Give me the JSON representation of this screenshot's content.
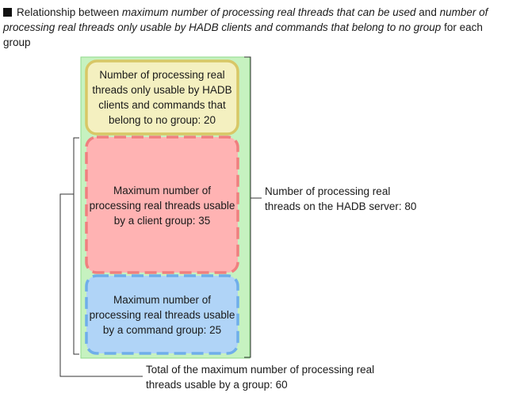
{
  "caption": {
    "part1": "Relationship between ",
    "italic1": "maximum number of processing real threads that can be used",
    "part2": " and ",
    "italic2": "number of processing real threads only usable by HADB clients and commands that belong to no group",
    "part3": " for each group"
  },
  "boxes": {
    "no_group": "Number of processing real threads only usable by HADB clients and commands that belong to no group: 20",
    "client_group": "Maximum number of processing real threads usable by a client group: 35",
    "command_group": "Maximum number of processing real threads usable by a command group: 25"
  },
  "labels": {
    "server_total": "Number of processing real threads on the HADB server: 80",
    "group_total": "Total of the maximum number of processing real threads usable by a group: 60"
  },
  "colors": {
    "outer_fill": "#c6f2c0",
    "outer_stroke": "#8fd98a",
    "no_group_fill": "#f4f0c0",
    "no_group_stroke": "#d8c766",
    "client_fill": "#ffb3b3",
    "client_stroke": "#f07f7f",
    "command_fill": "#b0d4f7",
    "command_stroke": "#6faeea"
  }
}
